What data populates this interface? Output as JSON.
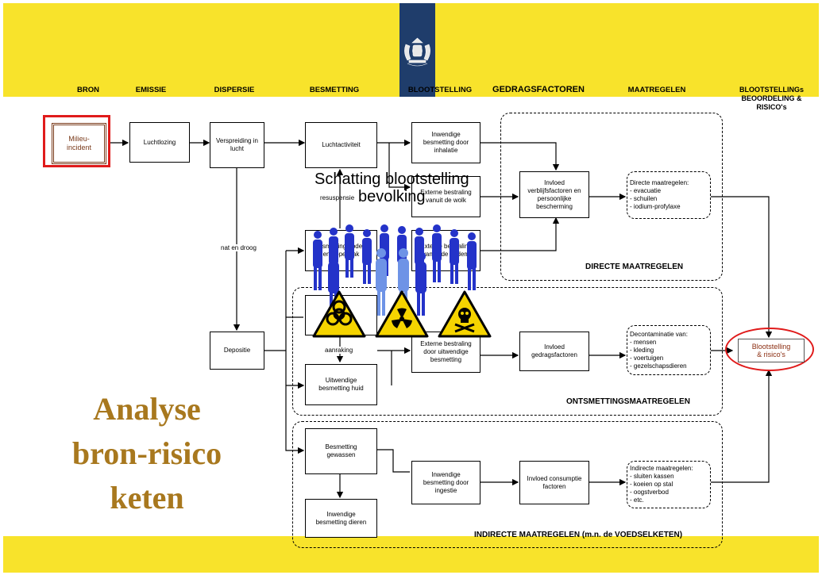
{
  "header": {
    "bron": "BRON",
    "emissie": "EMISSIE",
    "dispersie": "DISPERSIE",
    "besmetting": "BESMETTING",
    "blootstelling": "BLOOTSTELLING",
    "gedragsfactoren": "GEDRAGSFACTOREN",
    "maatregelen": "MAATREGELEN",
    "beoordeling": "BLOOTSTELLINGs\nBEOORDELING &\nRISICO's"
  },
  "boxes": {
    "milieu": "Milieu-\nincident",
    "luchtlozing": "Luchtlozing",
    "verspreiding": "Verspreiding in\nlucht",
    "depositie": "Depositie",
    "luchtactiviteit": "Luchtactiviteit",
    "besmetting_bodem": "Besmetting bodem\nen oppervlak",
    "aanraking_top": "",
    "uitwendige_huid": "Uitwendige\nbesmetting huid",
    "besmetting_gewassen": "Besmetting\ngewassen",
    "inwendige_dieren": "Inwendige\nbesmetting dieren",
    "inwendige_inhalatie": "Inwendige\nbesmetting door\ninhalatie",
    "externe_wolk": "Externe bestraling\nvanuit de wolk",
    "externe_bodem": "Externe bestraling\nvanuit de bodem",
    "externe_uitwendig": "Externe bestraling\ndoor uitwendige\nbesmetting",
    "inwendige_ingestie": "Inwendige\nbesmetting door\ningestie",
    "invloed_verblijf": "Invloed\nverblijfsfactoren en\npersoonlijke\nbescherming",
    "invloed_gedrag": "Invloed\ngedragsfactoren",
    "invloed_consumptie": "Invloed consumptie\nfactoren",
    "directe_maatregelen": "Directe maatregelen:\n- evacuatie\n- schuilen\n- iodium-profylaxe",
    "decontaminatie": "Decontaminatie van:\n- mensen\n- kleding\n- voertuigen\n- gezelschapsdieren",
    "indirecte_maatregelen": "Indirecte maatregelen:\n- sluiten kassen\n- koeien op stal\n- oogstverbod\n- etc.",
    "blootstelling_risico": "Blootstelling\n& risico's"
  },
  "labels": {
    "resuspensie": "resuspensie",
    "nat_droog": "nat en droog",
    "aanraking": "aanraking"
  },
  "groups": {
    "directe": "DIRECTE MAATREGELEN",
    "ontsmetting": "ONTSMETTINGSMAATREGELEN",
    "indirecte": "INDIRECTE MAATREGELEN (m.n. de VOEDSELKETEN)"
  },
  "overlay": {
    "schatting": "Schatting blootstelling\nbevolking",
    "analyse": "Analyse\nbron-risico\nketen"
  },
  "colors": {
    "banner": "#f8e32b",
    "logo_bg": "#1f3d6b",
    "title": "#a8781e",
    "highlight": "#e01b1b",
    "people": "#2433c9",
    "warning": "#f5d400"
  },
  "icons": [
    "biohazard-icon",
    "radiation-icon",
    "toxic-skull-icon",
    "crowd-icon",
    "coat-of-arms-logo"
  ]
}
